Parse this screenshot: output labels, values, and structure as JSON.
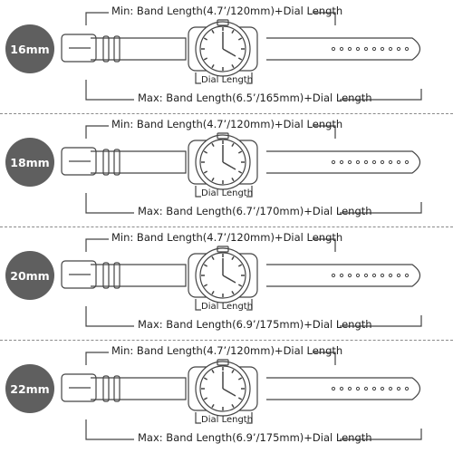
{
  "panels": [
    {
      "size": "16mm",
      "min": "Min: Band Length(4.7’/120mm)+Dial Length",
      "max": "Max: Band Length(6.5’/165mm)+Dial Length",
      "dial": "Dial Length"
    },
    {
      "size": "18mm",
      "min": "Min: Band Length(4.7’/120mm)+Dial Length",
      "max": "Max: Band Length(6.7’/170mm)+Dial Length",
      "dial": "Dial Length"
    },
    {
      "size": "20mm",
      "min": "Min: Band Length(4.7’/120mm)+Dial Length",
      "max": "Max: Band Length(6.9’/175mm)+Dial Length",
      "dial": "Dial Length"
    },
    {
      "size": "22mm",
      "min": "Min: Band Length(4.7’/120mm)+Dial Length",
      "max": "Max: Band Length(6.9’/175mm)+Dial Length",
      "dial": "Dial Length"
    }
  ],
  "colors": {
    "badge": "#5f5f5f",
    "line": "#444444",
    "separator": "#8a8a8a"
  }
}
